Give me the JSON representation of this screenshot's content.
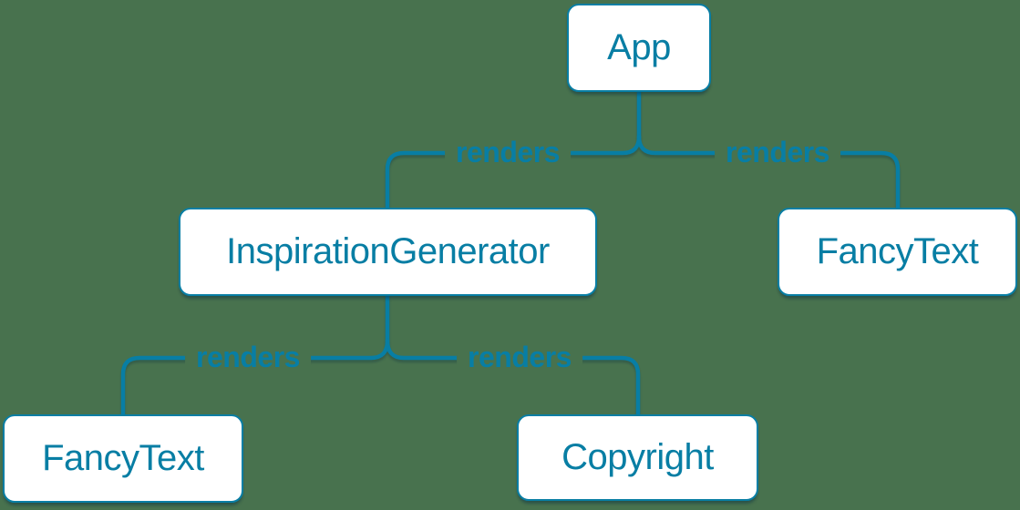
{
  "diagram": {
    "type": "component-render-tree",
    "colors": {
      "background": "#48724E",
      "accent": "#087ea4",
      "node_fill": "#ffffff"
    },
    "nodes": [
      {
        "id": "app",
        "label": "App"
      },
      {
        "id": "inspiration-generator",
        "label": "InspirationGenerator"
      },
      {
        "id": "fancy-text-right",
        "label": "FancyText"
      },
      {
        "id": "fancy-text-left",
        "label": "FancyText"
      },
      {
        "id": "copyright",
        "label": "Copyright"
      }
    ],
    "edges": [
      {
        "from": "App",
        "to": "InspirationGenerator",
        "label": "renders"
      },
      {
        "from": "App",
        "to": "FancyText",
        "label": "renders"
      },
      {
        "from": "InspirationGenerator",
        "to": "FancyText",
        "label": "renders"
      },
      {
        "from": "InspirationGenerator",
        "to": "Copyright",
        "label": "renders"
      }
    ]
  }
}
